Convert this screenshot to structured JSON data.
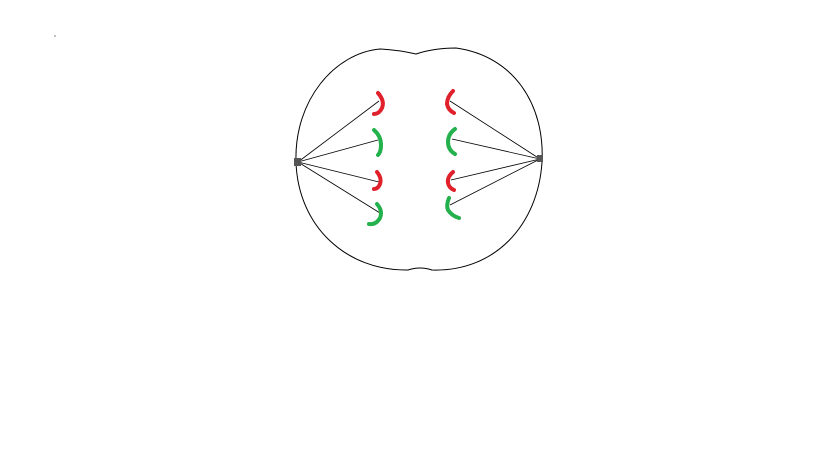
{
  "diagram": {
    "subject": "cell-division-anaphase",
    "colors": {
      "background": "#ffffff",
      "outline": "#000000",
      "spindle_fiber": "#000000",
      "centrosome": "#555555",
      "chromosome_red": "#e0202a",
      "chromosome_green": "#22b14c"
    },
    "chromosomes_per_side": 4,
    "chromosome_color_order": [
      "red",
      "green",
      "red",
      "green"
    ]
  }
}
